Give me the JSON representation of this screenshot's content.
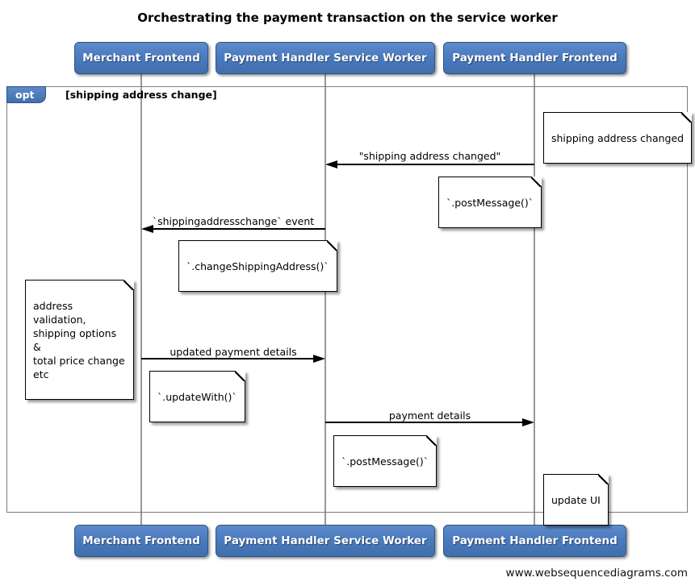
{
  "title": "Orchestrating the payment transaction on the service worker",
  "actors": [
    {
      "label": "Merchant Frontend"
    },
    {
      "label": "Payment Handler Service Worker"
    },
    {
      "label": "Payment Handler Frontend"
    }
  ],
  "fragment": {
    "operator": "opt",
    "guard": "[shipping address change]"
  },
  "messages": [
    {
      "label": "\"shipping address changed\"",
      "from": "Payment Handler Frontend",
      "to": "Payment Handler Service Worker"
    },
    {
      "label": "`shippingaddresschange` event",
      "from": "Payment Handler Service Worker",
      "to": "Merchant Frontend"
    },
    {
      "label": "updated payment details",
      "from": "Merchant Frontend",
      "to": "Payment Handler Service Worker"
    },
    {
      "label": "payment details",
      "from": "Payment Handler Service Worker",
      "to": "Payment Handler Frontend"
    }
  ],
  "notes": [
    {
      "text": "shipping address changed",
      "anchor": "Payment Handler Frontend"
    },
    {
      "text": "`.postMessage()`",
      "anchor": "Payment Handler Frontend"
    },
    {
      "text": "`.changeShippingAddress()`",
      "anchor": "Payment Handler Service Worker"
    },
    {
      "text": "address validation,\nshipping options &\ntotal price change etc",
      "anchor": "Merchant Frontend"
    },
    {
      "text": "`.updateWith()`",
      "anchor": "Merchant Frontend"
    },
    {
      "text": "`.postMessage()`",
      "anchor": "Payment Handler Service Worker"
    },
    {
      "text": "update UI",
      "anchor": "Payment Handler Frontend"
    }
  ],
  "watermark": "www.websequencediagrams.com",
  "colors": {
    "actor_fill": "#4b7bbf",
    "actor_border": "#2e5387",
    "frame_border": "#7d7d7d",
    "lifeline": "#999999",
    "note_fill": "#ffffff",
    "message_line": "#000000"
  }
}
